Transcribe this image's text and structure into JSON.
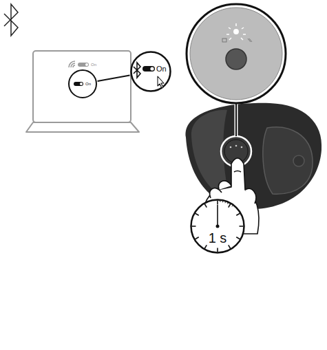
{
  "diagram": {
    "nodes": [
      {
        "text": [
          "On"
        ]
      },
      {
        "text": [
          "On"
        ]
      },
      {
        "text": [
          "1 s"
        ]
      }
    ],
    "edges": [
      {
        "from": 0,
        "to": 1,
        "arrow": "none"
      }
    ],
    "labels": [
      "On"
    ]
  }
}
